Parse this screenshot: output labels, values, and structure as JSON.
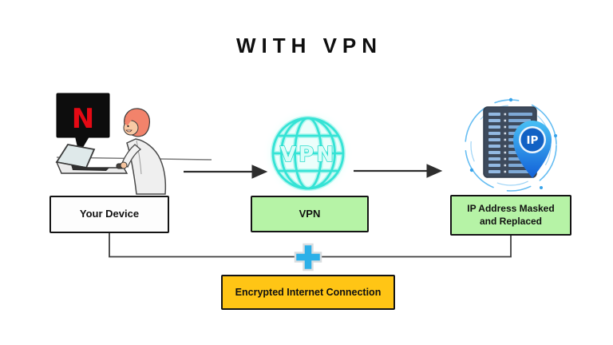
{
  "title": "WITH VPN",
  "nodes": {
    "device": {
      "label": "Your Device"
    },
    "vpn": {
      "label": "VPN"
    },
    "ip": {
      "label": "IP Address Masked and Replaced"
    },
    "encryption": {
      "label": "Encrypted Internet Connection"
    }
  },
  "icons": {
    "netflix_logo_letter": "N",
    "vpn_globe_label": "VPN",
    "ip_pin_label": "IP"
  },
  "colors": {
    "node_green": "#b6f3a6",
    "encryption_yellow": "#ffc515",
    "plus_blue": "#2cb0e8",
    "netflix_red": "#e50914",
    "globe_cyan": "#35e3d5",
    "pin_blue": "#1261c4",
    "server_navy": "#3d4a5c",
    "connector_gray": "#3a3a3a"
  }
}
